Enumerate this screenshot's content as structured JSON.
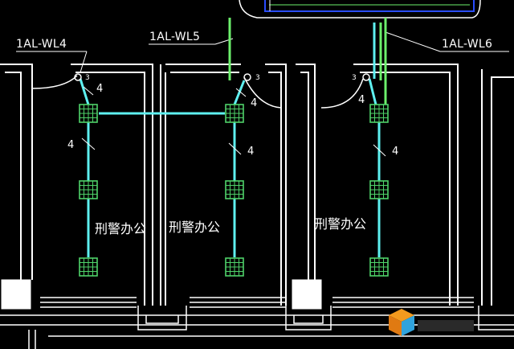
{
  "circuits": {
    "wl4": "1AL-WL4",
    "wl5": "1AL-WL5",
    "wl6": "1AL-WL6"
  },
  "rooms": {
    "room1": "刑警办公",
    "room2": "刑警办公",
    "room3": "刑警办公"
  },
  "wire_counts": {
    "r1_top": "4",
    "r1_mid": "4",
    "r2_top": "4",
    "r2_mid": "4",
    "r3_top": "4",
    "r3_mid": "4"
  },
  "switch_gangs": {
    "r1": "3",
    "r2": "3",
    "r3": "3"
  },
  "colors": {
    "background": "#000000",
    "wall": "#ffffff",
    "wiring": "#5ef0f0",
    "feeder": "#6cf06c",
    "fixture": "#4fd36a",
    "frame_blue": "#2a4dff",
    "logo_orange": "#f29a1e",
    "logo_blue": "#2fa3dd"
  },
  "icons": {
    "fixture": "grid-light-fixture-icon",
    "switch": "wall-switch-icon",
    "logo": "cube-logo-icon"
  }
}
